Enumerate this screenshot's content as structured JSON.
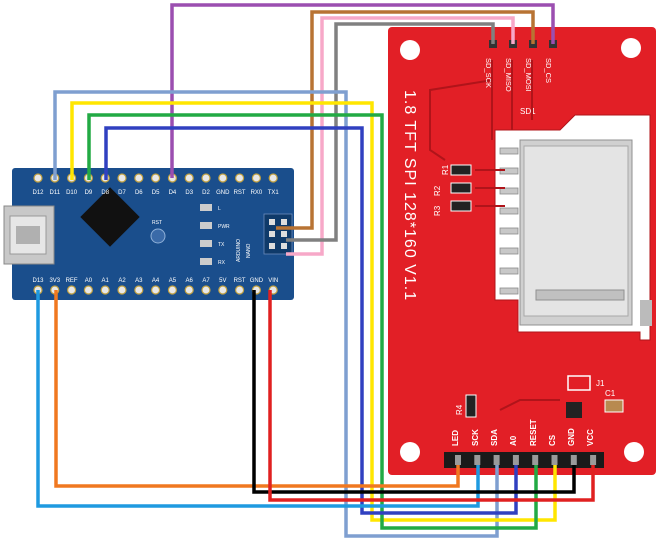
{
  "nano": {
    "top_pins": [
      "D12",
      "D11",
      "D10",
      "D9",
      "D8",
      "D7",
      "D6",
      "D5",
      "D4",
      "D3",
      "D2",
      "GND",
      "RST",
      "RX0",
      "TX1"
    ],
    "bottom_pins": [
      "D13",
      "3V3",
      "REF",
      "A0",
      "A1",
      "A2",
      "A3",
      "A4",
      "A5",
      "A6",
      "A7",
      "5V",
      "RST",
      "GND",
      "VIN"
    ],
    "brand": "ARDUINO",
    "model": "NANO",
    "leds": [
      "L",
      "PWR",
      "TX",
      "RX"
    ],
    "reset_label": "RST"
  },
  "tft": {
    "title": "1.8 TFT SPI 128*160 V1.1",
    "sd_label": "SD1",
    "sd_pins": [
      "SD_SCK",
      "SD_MISO",
      "SD_MOSI",
      "SD_CS"
    ],
    "main_pins": [
      "LED",
      "SCK",
      "SDA",
      "A0",
      "RESET",
      "CS",
      "GND",
      "VCC"
    ],
    "resistors": [
      "R1",
      "R2",
      "R3",
      "R4"
    ],
    "jumper": "J1",
    "capacitor": "C1"
  },
  "colors": {
    "nano_board": "#1a4e8c",
    "tft_board": "#e21f26",
    "wire_purple": "#9b4fb0",
    "wire_brown": "#b87333",
    "wire_pink": "#f7a8c8",
    "wire_gray": "#808080",
    "wire_lightblue_gray": "#7f9fd0",
    "wire_yellow": "#ffe600",
    "wire_green": "#22aa44",
    "wire_blue": "#3040c0",
    "wire_orange": "#f07820",
    "wire_cyan": "#1e9ae0",
    "wire_black": "#000000",
    "wire_red": "#e02020"
  }
}
